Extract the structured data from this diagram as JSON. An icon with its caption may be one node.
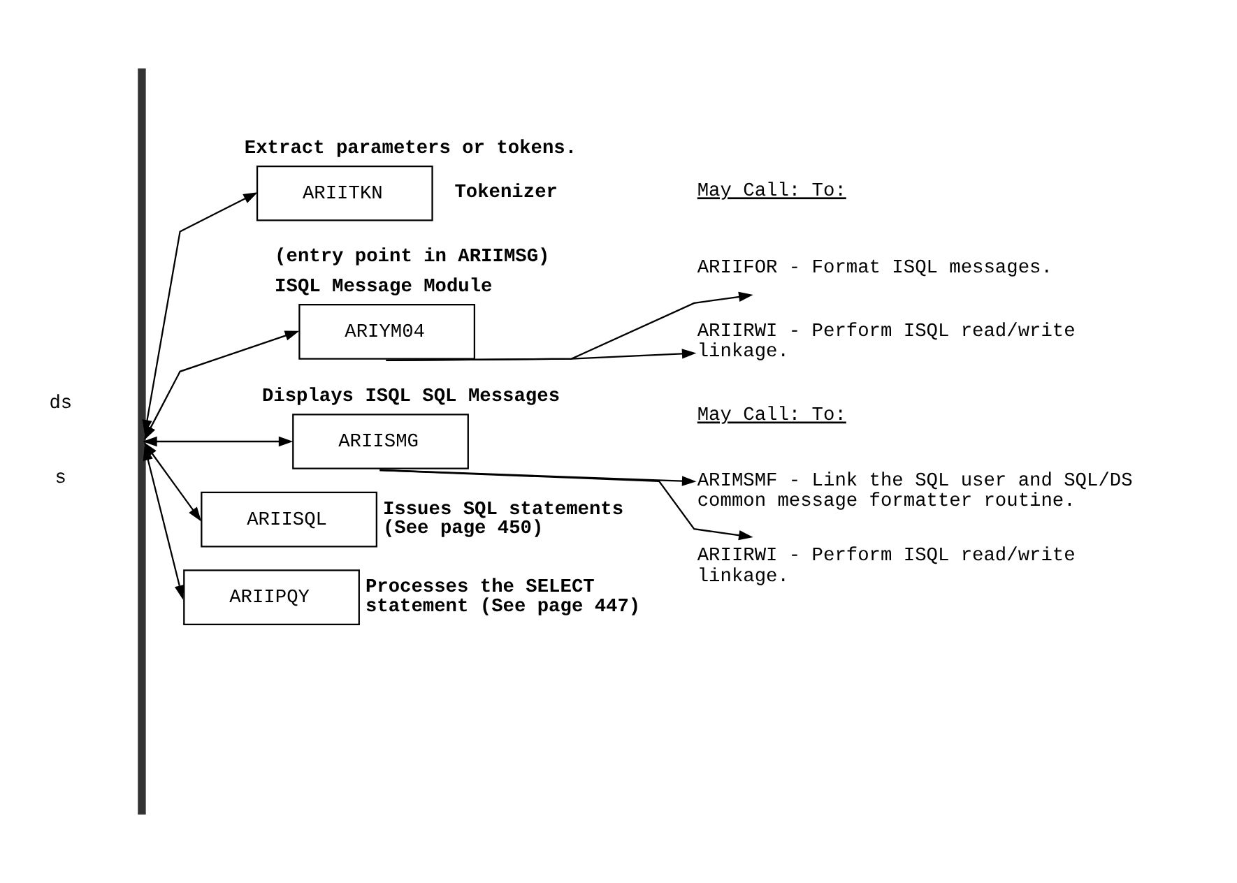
{
  "diagram": {
    "nodes": [
      {
        "text": [],
        "shape": "bar"
      },
      {
        "text": [
          "Extract parameters or tokens.",
          "ARIITKN",
          "Tokenizer"
        ]
      },
      {
        "text": [
          "(entry point in ARIIMSG)",
          "ISQL Message Module",
          "ARIYM04"
        ]
      },
      {
        "text": [
          "ARIIFOR - Format ISQL messages."
        ]
      },
      {
        "text": [
          "ARIIRWI - Perform ISQL read/write linkage."
        ]
      },
      {
        "text": [
          "Displays ISQL SQL Messages",
          "ARIISMG"
        ]
      },
      {
        "text": [
          "ARIMSMF - Link the SQL user and SQL/DS common message formatter routine."
        ]
      },
      {
        "text": [
          "ARIIRWI - Perform ISQL read/write linkage."
        ]
      },
      {
        "text": [
          "ARIISQL",
          "Issues SQL statements (See page 450)"
        ]
      },
      {
        "text": [
          "ARIIPQY",
          "Processes the SELECT statement (See page 447)"
        ]
      }
    ],
    "edges": [
      {
        "from": 0,
        "to": 1,
        "arrow": "both"
      },
      {
        "from": 0,
        "to": 2,
        "arrow": "both"
      },
      {
        "from": 2,
        "to": 3,
        "arrow": "to"
      },
      {
        "from": 2,
        "to": 4,
        "arrow": "to"
      },
      {
        "from": 0,
        "to": 5,
        "arrow": "both"
      },
      {
        "from": 5,
        "to": 6,
        "arrow": "to"
      },
      {
        "from": 5,
        "to": 7,
        "arrow": "to"
      },
      {
        "from": 0,
        "to": 8,
        "arrow": "both"
      },
      {
        "from": 0,
        "to": 9,
        "arrow": "both"
      }
    ],
    "labels": [
      "ds",
      "s",
      "May Call: To:",
      "May Call: To:"
    ]
  }
}
